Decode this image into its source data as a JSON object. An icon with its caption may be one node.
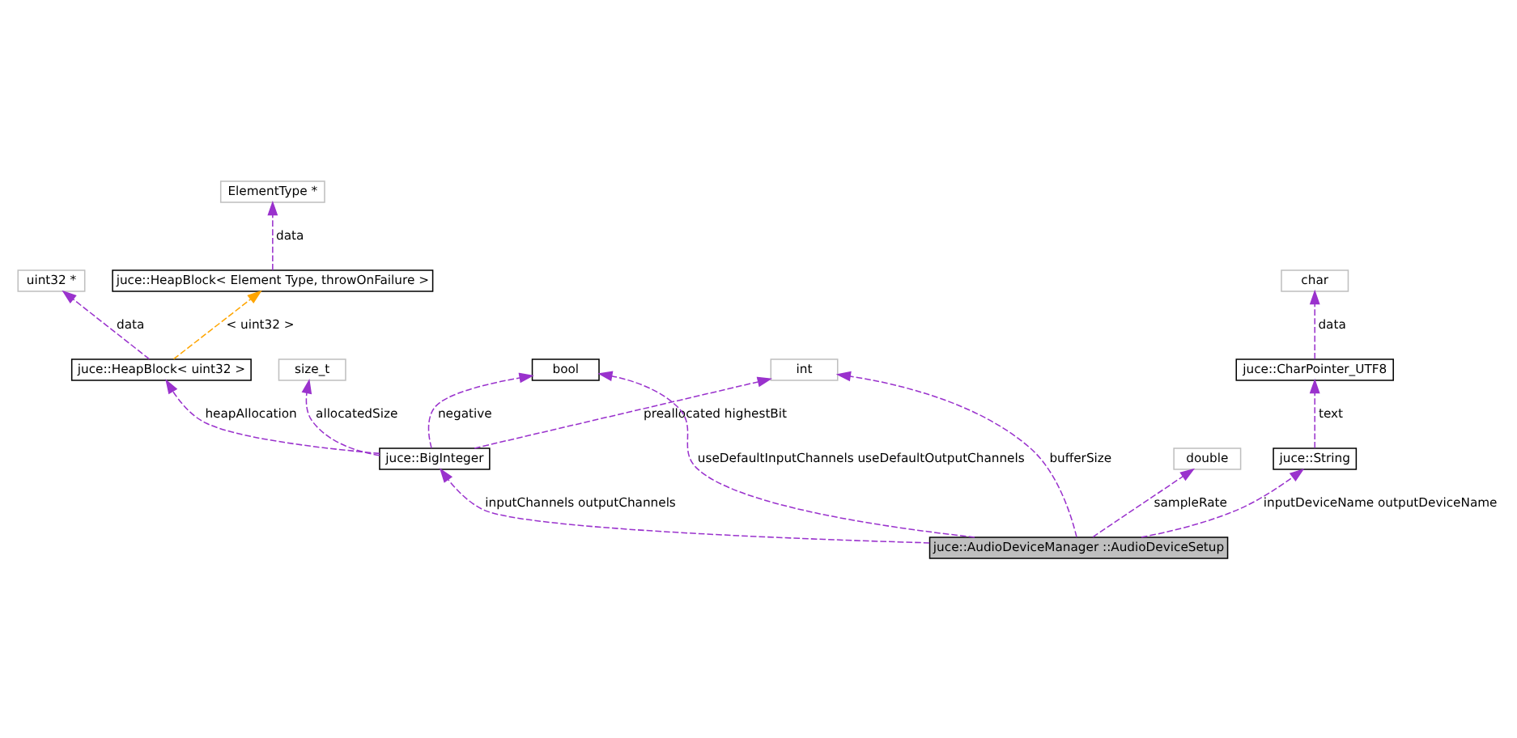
{
  "diagram": {
    "nodes": [
      {
        "text": [
          "ElementType *"
        ]
      },
      {
        "text": [
          "juce::HeapBlock< Element Type, throwOnFailure >"
        ]
      },
      {
        "text": [
          "uint32 *"
        ]
      },
      {
        "text": [
          "char"
        ]
      },
      {
        "text": [
          "juce::CharPointer_UTF8"
        ]
      },
      {
        "text": [
          "int"
        ]
      },
      {
        "text": [
          "size_t"
        ]
      },
      {
        "text": [
          "juce::HeapBlock< uint32 >"
        ]
      },
      {
        "text": [
          "bool"
        ]
      },
      {
        "text": [
          "double"
        ]
      },
      {
        "text": [
          "juce::String"
        ]
      },
      {
        "text": [
          "juce::BigInteger"
        ]
      },
      {
        "text": [
          "juce::AudioDeviceManager ::AudioDeviceSetup"
        ]
      }
    ],
    "edges": [
      {
        "from": 1,
        "to": 0,
        "arrow": "to",
        "label": "data",
        "style": "dashed"
      },
      {
        "from": 7,
        "to": 1,
        "arrow": "to",
        "label": "< uint32 >",
        "style": "dashed",
        "color": "#ffa500"
      },
      {
        "from": 7,
        "to": 2,
        "arrow": "to",
        "label": "data",
        "style": "dashed"
      },
      {
        "from": 4,
        "to": 3,
        "arrow": "to",
        "label": "data",
        "style": "dashed"
      },
      {
        "from": 10,
        "to": 4,
        "arrow": "to",
        "label": "text",
        "style": "dashed"
      },
      {
        "from": 11,
        "to": 5,
        "arrow": "to",
        "label": "preallocated highestBit",
        "style": "dashed"
      },
      {
        "from": 11,
        "to": 6,
        "arrow": "to",
        "label": "allocatedSize",
        "style": "dashed"
      },
      {
        "from": 11,
        "to": 7,
        "arrow": "to",
        "label": "heapAllocation",
        "style": "dashed"
      },
      {
        "from": 11,
        "to": 8,
        "arrow": "to",
        "label": "negative",
        "style": "dashed"
      },
      {
        "from": 12,
        "to": 9,
        "arrow": "to",
        "label": "sampleRate",
        "style": "dashed"
      },
      {
        "from": 12,
        "to": 10,
        "arrow": "to",
        "label": "inputDeviceName outputDeviceName",
        "style": "dashed"
      },
      {
        "from": 12,
        "to": 5,
        "arrow": "to",
        "label": "bufferSize",
        "style": "dashed"
      },
      {
        "from": 12,
        "to": 11,
        "arrow": "to",
        "label": "inputChannels outputChannels",
        "style": "dashed"
      },
      {
        "from": 12,
        "to": 8,
        "arrow": "to",
        "label": "useDefaultInputChannels useDefaultOutputChannels",
        "style": "dashed"
      }
    ]
  }
}
